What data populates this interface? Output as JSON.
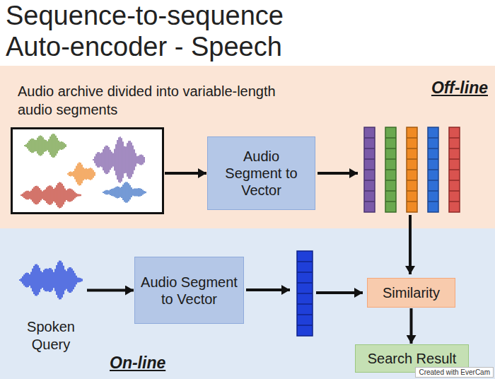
{
  "diagram": {
    "title": "Sequence-to-sequence Auto-encoder - Speech",
    "nodes": [
      {
        "text": [
          "Off-line"
        ]
      },
      {
        "text": [
          "Audio archive divided into variable-length audio segments"
        ],
        "in": 0
      },
      {
        "text": [
          "Audio Segment to Vector"
        ],
        "in": 0
      },
      {
        "text": [
          "On-line"
        ]
      },
      {
        "text": [
          "Spoken Query"
        ],
        "in": 3
      },
      {
        "text": [
          "Audio Segment to Vector"
        ],
        "in": 3
      },
      {
        "text": [
          "Similarity"
        ],
        "in": 3
      },
      {
        "text": [
          "Search Result"
        ],
        "in": 3
      }
    ],
    "edges": [
      {
        "from": 1,
        "to": 2,
        "arrow": "to"
      },
      {
        "from": 4,
        "to": 5,
        "arrow": "to"
      },
      {
        "from": 6,
        "to": 7,
        "arrow": "to"
      }
    ],
    "labels": [
      "Created with EverCam"
    ]
  }
}
